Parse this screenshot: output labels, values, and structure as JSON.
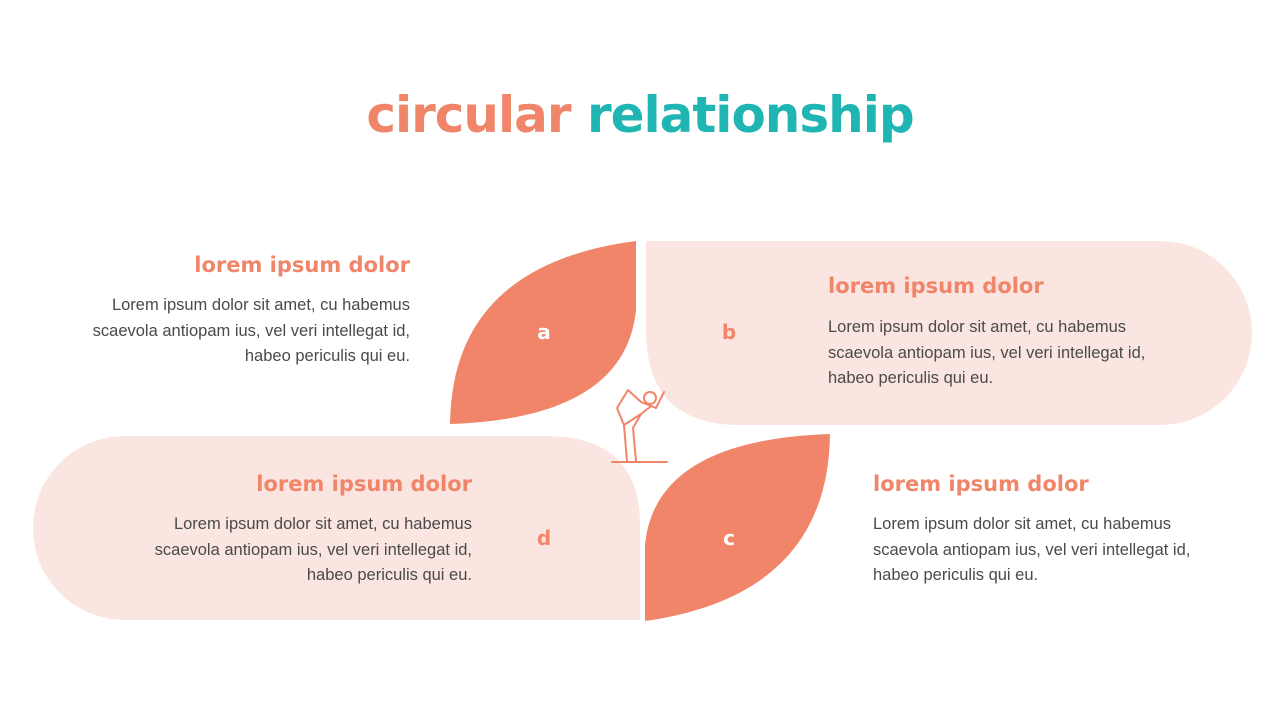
{
  "title": {
    "part1": "circular",
    "part2": "relationship"
  },
  "colors": {
    "accent": "#f0856a",
    "teal": "#1fb5b2",
    "light": "#fae5e0",
    "text": "#4a4a4a",
    "white": "#ffffff"
  },
  "items": [
    {
      "letter": "a",
      "heading": "lorem ipsum dolor",
      "body": "Lorem ipsum dolor sit amet, cu habemus scaevola antiopam ius, vel veri intellegat id, habeo periculis qui eu."
    },
    {
      "letter": "b",
      "heading": "lorem ipsum dolor",
      "body": "Lorem ipsum dolor sit amet, cu habemus scaevola antiopam ius, vel veri intellegat id, habeo periculis qui eu."
    },
    {
      "letter": "c",
      "heading": "lorem ipsum dolor",
      "body": "Lorem ipsum dolor sit amet, cu habemus scaevola antiopam ius, vel veri intellegat id, habeo periculis qui eu."
    },
    {
      "letter": "d",
      "heading": "lorem ipsum dolor",
      "body": "Lorem ipsum dolor sit amet, cu habemus scaevola antiopam ius, vel veri intellegat id, habeo periculis qui eu."
    }
  ],
  "center_icon": "yoga-pose-icon"
}
